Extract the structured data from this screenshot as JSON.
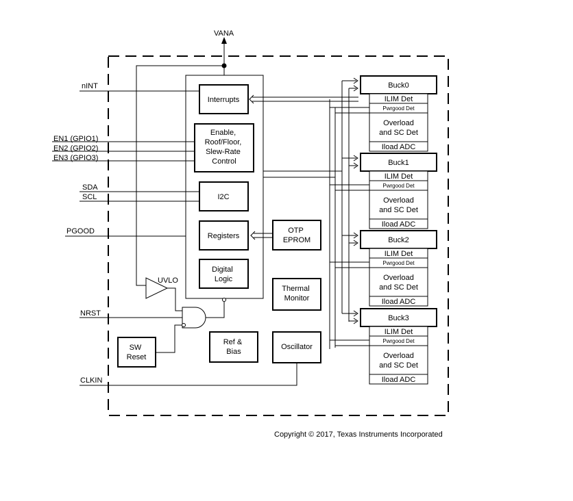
{
  "supply": {
    "label": "VANA"
  },
  "pins": {
    "nint": "nINT",
    "en1": "EN1 (GPIO1)",
    "en2": "EN2 (GPIO2)",
    "en3": "EN3 (GPIO3)",
    "sda": "SDA",
    "scl": "SCL",
    "pgood": "PGOOD",
    "nrst": "NRST",
    "clkin": "CLKIN"
  },
  "core_blocks": {
    "interrupts": "Interrupts",
    "enable": [
      "Enable,",
      "Roof/Floor,",
      "Slew-Rate",
      "Control"
    ],
    "i2c": "I2C",
    "registers": "Registers",
    "digital_logic": [
      "Digital",
      "Logic"
    ]
  },
  "side_blocks": {
    "otp": [
      "OTP",
      "EPROM"
    ],
    "thermal": [
      "Thermal",
      "Monitor"
    ],
    "uvlo": "UVLO",
    "sw_reset": [
      "SW",
      "Reset"
    ],
    "ref_bias": [
      "Ref &",
      "Bias"
    ],
    "oscillator": "Oscillator"
  },
  "bucks": [
    {
      "name": "Buck0",
      "ilim": "ILIM Det",
      "pwrgood": "Pwrgood Det",
      "overload": [
        "Overload",
        "and SC Det"
      ],
      "iload": "Iload ADC"
    },
    {
      "name": "Buck1",
      "ilim": "ILIM Det",
      "pwrgood": "Pwrgood Det",
      "overload": [
        "Overload",
        "and SC Det"
      ],
      "iload": "Iload ADC"
    },
    {
      "name": "Buck2",
      "ilim": "ILIM Det",
      "pwrgood": "Pwrgood Det",
      "overload": [
        "Overload",
        "and SC Det"
      ],
      "iload": "Iload ADC"
    },
    {
      "name": "Buck3",
      "ilim": "ILIM Det",
      "pwrgood": "Pwrgood Det",
      "overload": [
        "Overload",
        "and SC Det"
      ],
      "iload": "Iload ADC"
    }
  ],
  "copyright": "Copyright © 2017, Texas Instruments Incorporated"
}
